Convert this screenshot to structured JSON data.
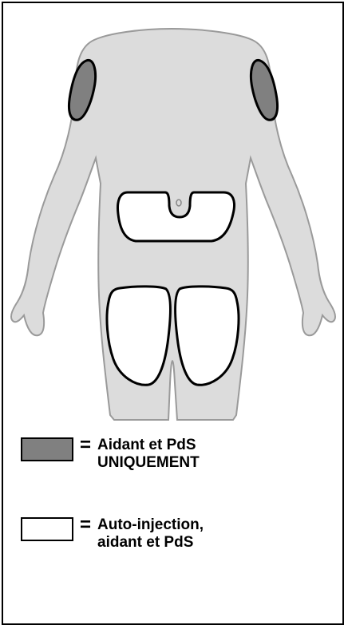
{
  "legend": [
    {
      "equals": "=",
      "line1": "Aidant et PdS",
      "line2": "UNIQUEMENT",
      "swatch_color": "#808080"
    },
    {
      "equals": "=",
      "line1": "Auto-injection,",
      "line2": "aidant et PdS",
      "swatch_color": "#ffffff"
    }
  ],
  "colors": {
    "body_fill": "#dcdcdc",
    "body_outline": "#9a9a9a",
    "zone_outline": "#000000",
    "caregiver_only_zone": "#808080",
    "self_injection_zone": "#ffffff"
  }
}
